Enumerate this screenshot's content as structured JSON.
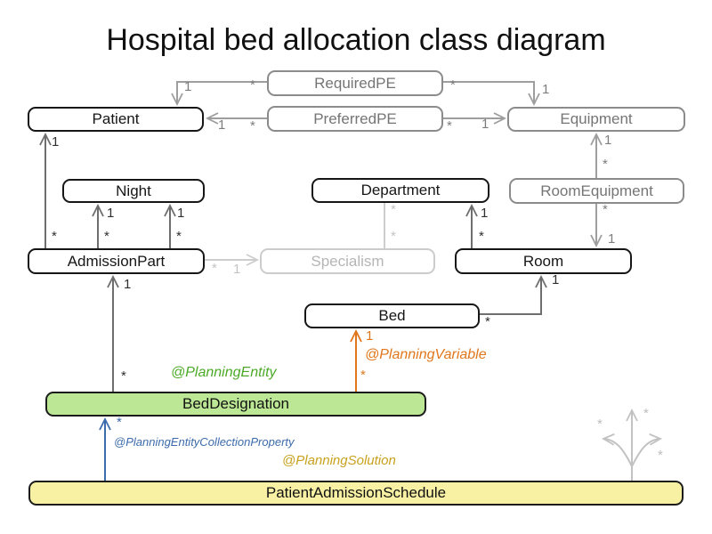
{
  "title": "Hospital bed allocation class diagram",
  "glyphs": {
    "one": "1",
    "many": "*"
  },
  "classes": {
    "patient": {
      "label": "Patient"
    },
    "required_pe": {
      "label": "RequiredPE"
    },
    "preferred_pe": {
      "label": "PreferredPE"
    },
    "equipment": {
      "label": "Equipment"
    },
    "night": {
      "label": "Night"
    },
    "department": {
      "label": "Department"
    },
    "room_equipment": {
      "label": "RoomEquipment"
    },
    "admission_part": {
      "label": "AdmissionPart"
    },
    "specialism": {
      "label": "Specialism"
    },
    "room": {
      "label": "Room"
    },
    "bed": {
      "label": "Bed"
    },
    "bed_designation": {
      "label": "BedDesignation"
    },
    "patient_admission_schedule": {
      "label": "PatientAdmissionSchedule"
    }
  },
  "annotations": {
    "planning_entity": {
      "label": "@PlanningEntity",
      "color": "#4caa28"
    },
    "planning_variable": {
      "label": "@PlanningVariable",
      "color": "#e0771c"
    },
    "planning_entity_collection_property": {
      "label": "@PlanningEntityCollectionProperty",
      "color": "#3c6cab"
    },
    "planning_solution": {
      "label": "@PlanningSolution",
      "color": "#c8a11d"
    }
  },
  "colors": {
    "entity_class_fill": "#bce794",
    "solution_class_fill": "#f8f1a4",
    "gray_class_stroke": "#8b8b8b",
    "faint_class_stroke": "#cccccc",
    "dark_line": "#6e6e6e",
    "gray_line": "#9e9e9e",
    "faint_line": "#cdcdcd",
    "trident_line": "#c2c2c2"
  },
  "relationships": [
    {
      "from": "RequiredPE",
      "from_mult": "*",
      "to": "Patient",
      "to_mult": "1"
    },
    {
      "from": "RequiredPE",
      "from_mult": "*",
      "to": "Equipment",
      "to_mult": "1"
    },
    {
      "from": "PreferredPE",
      "from_mult": "*",
      "to": "Patient",
      "to_mult": "1"
    },
    {
      "from": "PreferredPE",
      "from_mult": "*",
      "to": "Equipment",
      "to_mult": "1"
    },
    {
      "from": "AdmissionPart",
      "from_mult": "*",
      "to": "Patient",
      "to_mult": "1"
    },
    {
      "from": "AdmissionPart",
      "from_mult": "*",
      "to": "Night",
      "to_mult": "1"
    },
    {
      "from": "AdmissionPart",
      "from_mult": "*",
      "to": "Night",
      "to_mult": "1"
    },
    {
      "from": "AdmissionPart",
      "from_mult": "*",
      "to": "Specialism",
      "to_mult": "1"
    },
    {
      "from": "Specialism",
      "from_mult": "*",
      "to": "Department",
      "to_mult": "*"
    },
    {
      "from": "Room",
      "from_mult": "*",
      "to": "Department",
      "to_mult": "1"
    },
    {
      "from": "RoomEquipment",
      "from_mult": "*",
      "to": "Equipment",
      "to_mult": "1"
    },
    {
      "from": "RoomEquipment",
      "from_mult": "*",
      "to": "Room",
      "to_mult": "1"
    },
    {
      "from": "Bed",
      "from_mult": "*",
      "to": "Room",
      "to_mult": "1"
    },
    {
      "from": "BedDesignation",
      "from_mult": "*",
      "to": "AdmissionPart",
      "to_mult": "1"
    },
    {
      "from": "BedDesignation",
      "from_mult": "*",
      "to": "Bed",
      "to_mult": "1",
      "annotation": "@PlanningVariable"
    },
    {
      "from": "PatientAdmissionSchedule",
      "to": "BedDesignation",
      "to_mult": "*",
      "annotation": "@PlanningEntityCollectionProperty"
    },
    {
      "type": "fan-out",
      "from": "PatientAdmissionSchedule",
      "multiplicities": [
        "*",
        "*",
        "*"
      ]
    }
  ]
}
